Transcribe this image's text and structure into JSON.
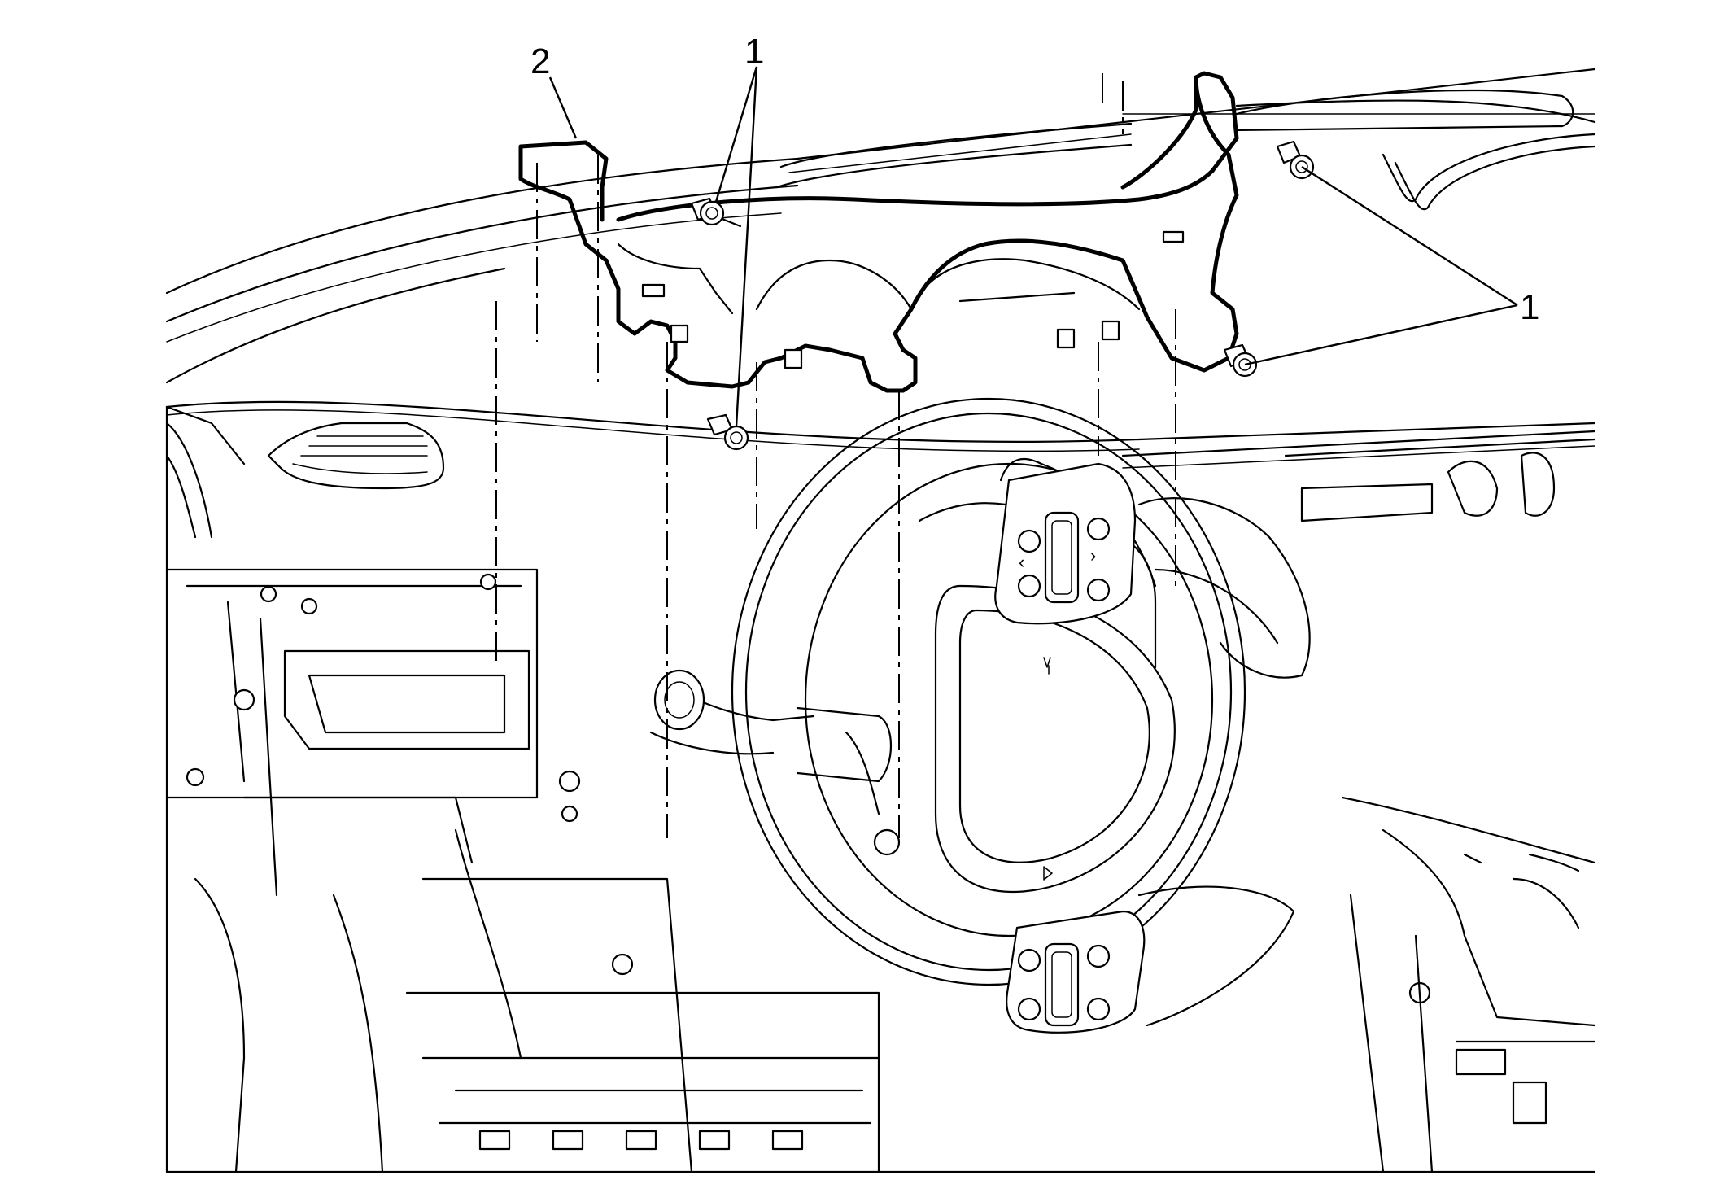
{
  "diagram": {
    "background_color": "#ffffff",
    "line_color": "#000000",
    "callouts": [
      {
        "id": "upper-left-2",
        "text": "2"
      },
      {
        "id": "upper-center-1",
        "text": "1"
      },
      {
        "id": "right-1",
        "text": "1"
      }
    ],
    "button_glyphs": {
      "left": "‹",
      "right": "›"
    }
  }
}
